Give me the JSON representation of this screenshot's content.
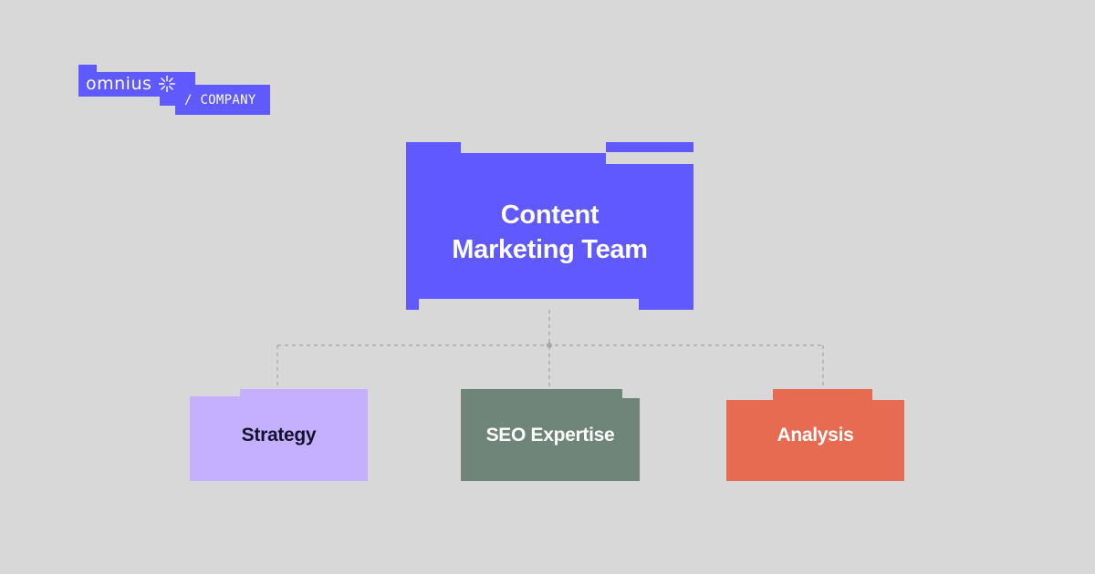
{
  "brand": {
    "name": "omnius",
    "section": "/ COMPANY",
    "mark_icon": "sparkle-icon"
  },
  "diagram": {
    "root": {
      "label_line1": "Content",
      "label_line2": "Marketing Team"
    },
    "children": [
      {
        "label": "Strategy"
      },
      {
        "label": "SEO Expertise"
      },
      {
        "label": "Analysis"
      }
    ]
  },
  "colors": {
    "background": "#d8d8d9",
    "primary": "#5f59ff",
    "strategy": "#c4b0ff",
    "seo": "#6f857a",
    "analysis": "#e76b50",
    "connector": "#a9adaf"
  }
}
